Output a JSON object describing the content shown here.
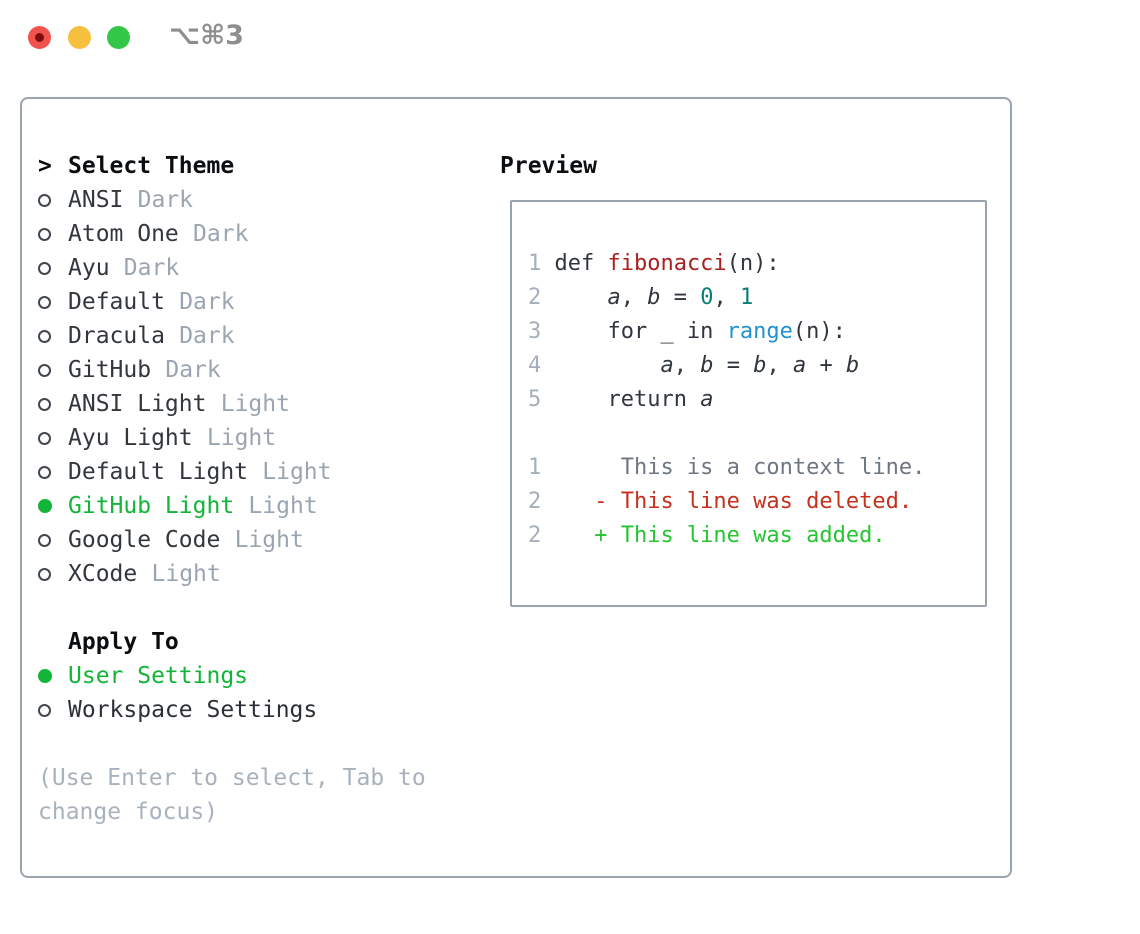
{
  "titlebar": {
    "title": "⌥⌘3"
  },
  "picker": {
    "prompt": ">",
    "heading": "Select Theme",
    "themes": [
      {
        "name": "ANSI",
        "variant": "Dark",
        "selected": false
      },
      {
        "name": "Atom One",
        "variant": "Dark",
        "selected": false
      },
      {
        "name": "Ayu",
        "variant": "Dark",
        "selected": false
      },
      {
        "name": "Default",
        "variant": "Dark",
        "selected": false
      },
      {
        "name": "Dracula",
        "variant": "Dark",
        "selected": false
      },
      {
        "name": "GitHub",
        "variant": "Dark",
        "selected": false
      },
      {
        "name": "ANSI Light",
        "variant": "Light",
        "selected": false
      },
      {
        "name": "Ayu Light",
        "variant": "Light",
        "selected": false
      },
      {
        "name": "Default Light",
        "variant": "Light",
        "selected": false
      },
      {
        "name": "GitHub Light",
        "variant": "Light",
        "selected": true
      },
      {
        "name": "Google Code",
        "variant": "Light",
        "selected": false
      },
      {
        "name": "XCode",
        "variant": "Light",
        "selected": false
      }
    ],
    "apply_heading": "Apply To",
    "apply_options": [
      {
        "name": "User Settings",
        "selected": true
      },
      {
        "name": "Workspace Settings",
        "selected": false
      }
    ],
    "hint": "(Use Enter to select, Tab to change focus)"
  },
  "preview": {
    "heading": "Preview",
    "code_lines": [
      {
        "num": "1",
        "tokens": [
          [
            "def ",
            "code"
          ],
          [
            "fibonacci",
            "func"
          ],
          [
            "(n):",
            "code"
          ]
        ]
      },
      {
        "num": "2",
        "tokens": [
          [
            "    ",
            "code"
          ],
          [
            "a",
            "var"
          ],
          [
            ", ",
            "code"
          ],
          [
            "b",
            "var"
          ],
          [
            " = ",
            "code"
          ],
          [
            "0",
            "num"
          ],
          [
            ", ",
            "code"
          ],
          [
            "1",
            "num"
          ]
        ]
      },
      {
        "num": "3",
        "tokens": [
          [
            "    for _ in ",
            "code"
          ],
          [
            "range",
            "builtin"
          ],
          [
            "(n):",
            "code"
          ]
        ]
      },
      {
        "num": "4",
        "tokens": [
          [
            "        ",
            "code"
          ],
          [
            "a",
            "var"
          ],
          [
            ", ",
            "code"
          ],
          [
            "b",
            "var"
          ],
          [
            " = ",
            "code"
          ],
          [
            "b",
            "var"
          ],
          [
            ", ",
            "code"
          ],
          [
            "a",
            "var"
          ],
          [
            " + ",
            "code"
          ],
          [
            "b",
            "var"
          ]
        ]
      },
      {
        "num": "5",
        "tokens": [
          [
            "    return ",
            "code"
          ],
          [
            "a",
            "var"
          ]
        ]
      }
    ],
    "diff_lines": [
      {
        "num": "1",
        "kind": "context",
        "text": "     This is a context line."
      },
      {
        "num": "2",
        "kind": "del",
        "text": "   - This line was deleted."
      },
      {
        "num": "2",
        "kind": "add",
        "text": "   + This line was added."
      }
    ]
  },
  "colors": {
    "accent_green": "#12b538",
    "added_green": "#27c532",
    "deleted_red": "#c5311d",
    "func_red": "#ab1f1f",
    "number_teal": "#0c7d75",
    "builtin_blue": "#2093cd",
    "panel_border": "#9aa4ae"
  }
}
